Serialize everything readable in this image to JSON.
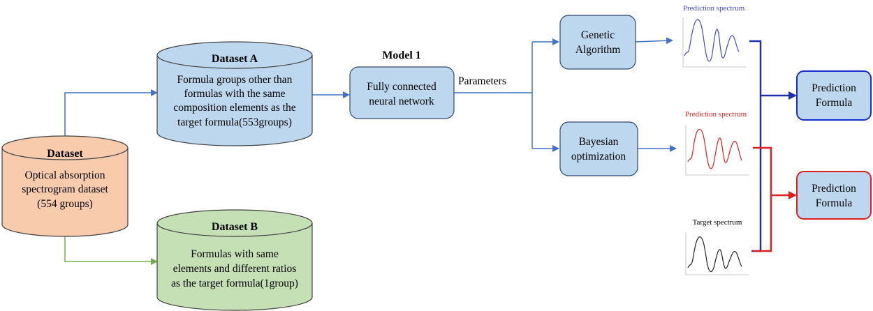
{
  "dataset": {
    "title": "Dataset",
    "lines": [
      "Optical absorption",
      "spectrogram dataset",
      "(554 groups)"
    ]
  },
  "dataset_a": {
    "title": "Dataset A",
    "lines": [
      "Formula groups other than",
      "formulas with the same",
      "composition elements as the",
      "target formula(553groups)"
    ]
  },
  "dataset_b": {
    "title": "Dataset B",
    "lines": [
      "Formulas with same",
      "elements and different ratios",
      "as the target formula(1group)"
    ]
  },
  "model": {
    "title": "Model 1",
    "lines": [
      "Fully connected",
      "neural network"
    ]
  },
  "parameters_label": "Parameters",
  "genetic": {
    "lines": [
      "Genetic",
      "Algorithm"
    ]
  },
  "bayesian": {
    "lines": [
      "Bayesian",
      "optimization"
    ]
  },
  "spectra": {
    "prediction_ga": "Prediction spectrum",
    "prediction_bo": "Prediction spectrum",
    "target": "Target spectrum"
  },
  "output_top": {
    "lines": [
      "Prediction",
      "Formula"
    ]
  },
  "output_bottom": {
    "lines": [
      "Prediction",
      "Formula"
    ]
  },
  "colors": {
    "dataset_fill": "#f8cbad",
    "dataset_a_fill": "#bdd7ee",
    "dataset_b_fill": "#c5e0b4",
    "node_fill": "#bdd7ee",
    "blue_line": "#4472c4",
    "green_line": "#70ad47",
    "navy_line": "#1f2fa8",
    "red_line": "#e01e1e",
    "spectrum_blue": "#3f48cc",
    "spectrum_red": "#e01e1e",
    "spectrum_black": "#222222"
  }
}
